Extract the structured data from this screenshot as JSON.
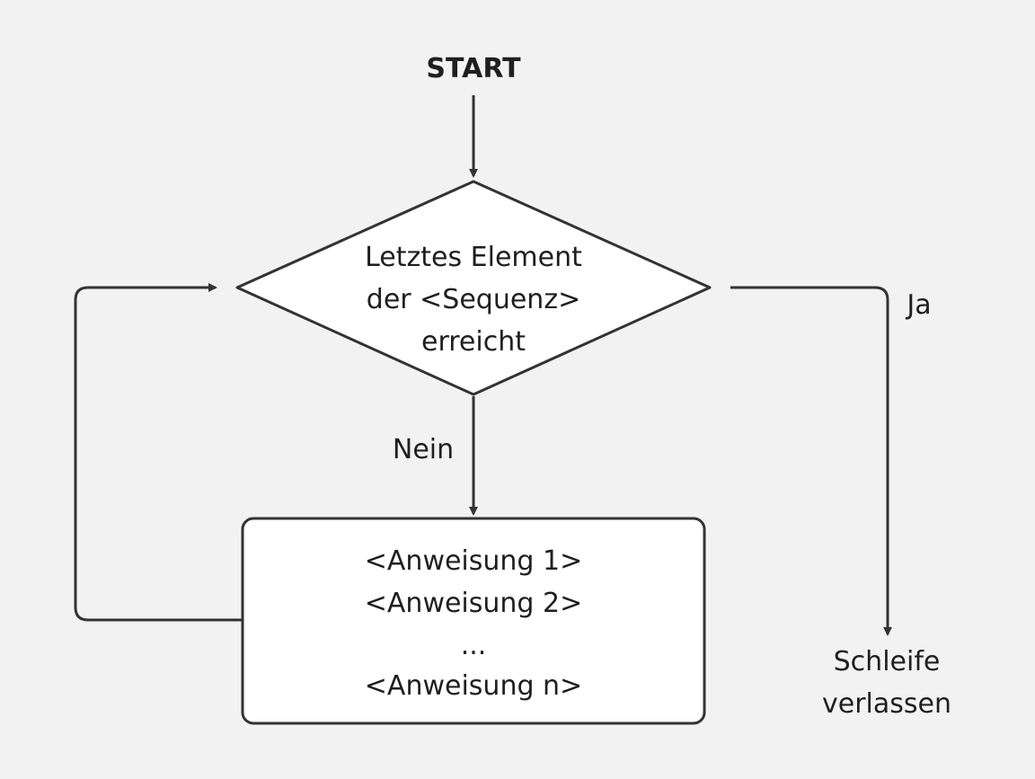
{
  "diagram": {
    "start_label": "START",
    "decision": {
      "lines": [
        "Letztes Element",
        "der <Sequenz>",
        "erreicht"
      ]
    },
    "yes_label": "Ja",
    "no_label": "Nein",
    "process": {
      "lines": [
        "<Anweisung 1>",
        "<Anweisung 2>",
        "...",
        "<Anweisung n>"
      ]
    },
    "exit_label_lines": [
      "Schleife",
      "verlassen"
    ]
  },
  "colors": {
    "background": "#f2f2f2",
    "stroke": "#333333",
    "shape_fill": "#ffffff",
    "text": "#1f1f1f"
  }
}
